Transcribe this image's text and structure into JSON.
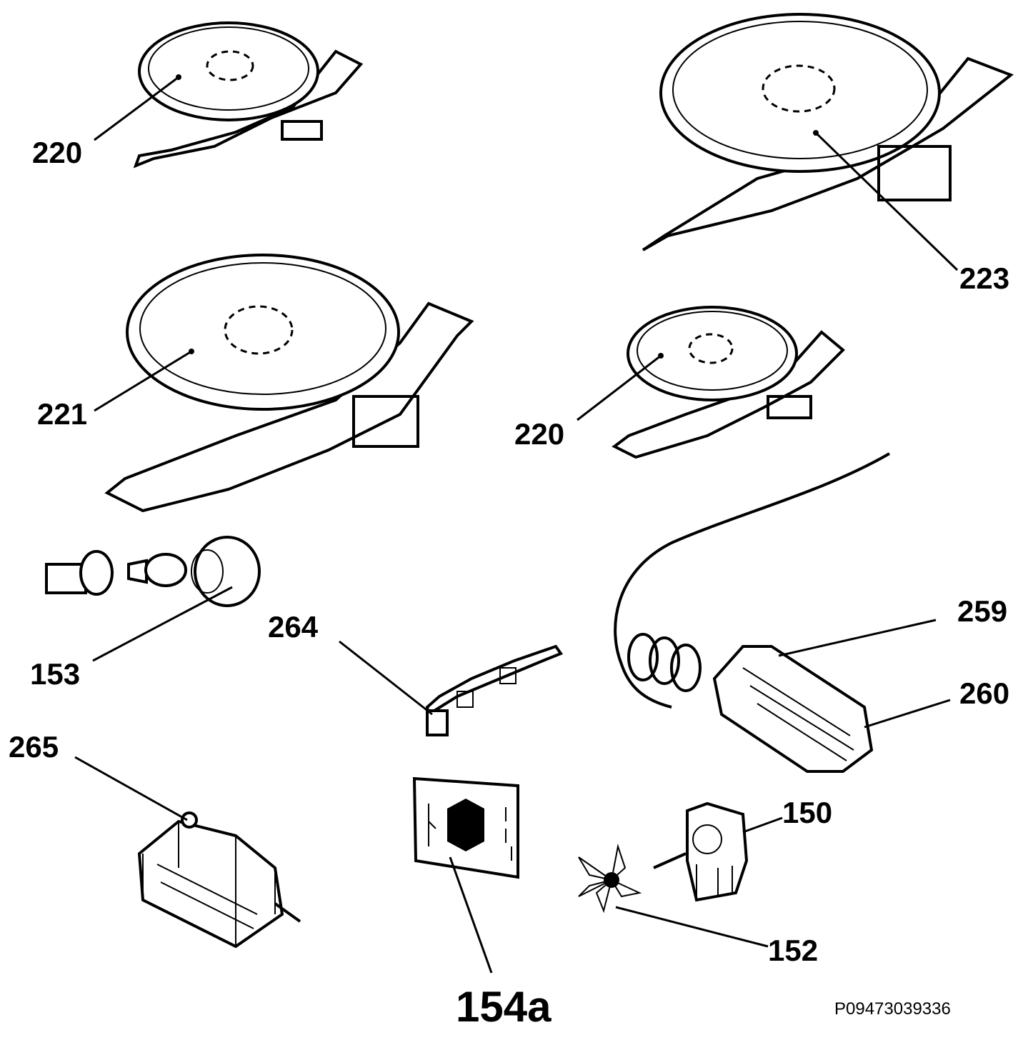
{
  "labels": {
    "l220a": "220",
    "l223": "223",
    "l221": "221",
    "l220b": "220",
    "l153": "153",
    "l264": "264",
    "l259": "259",
    "l260": "260",
    "l265": "265",
    "l150": "150",
    "l152": "152",
    "l154a": "154a"
  },
  "doc_code": "P09473039336",
  "colors": {
    "ink": "#000000",
    "background": "#ffffff"
  }
}
